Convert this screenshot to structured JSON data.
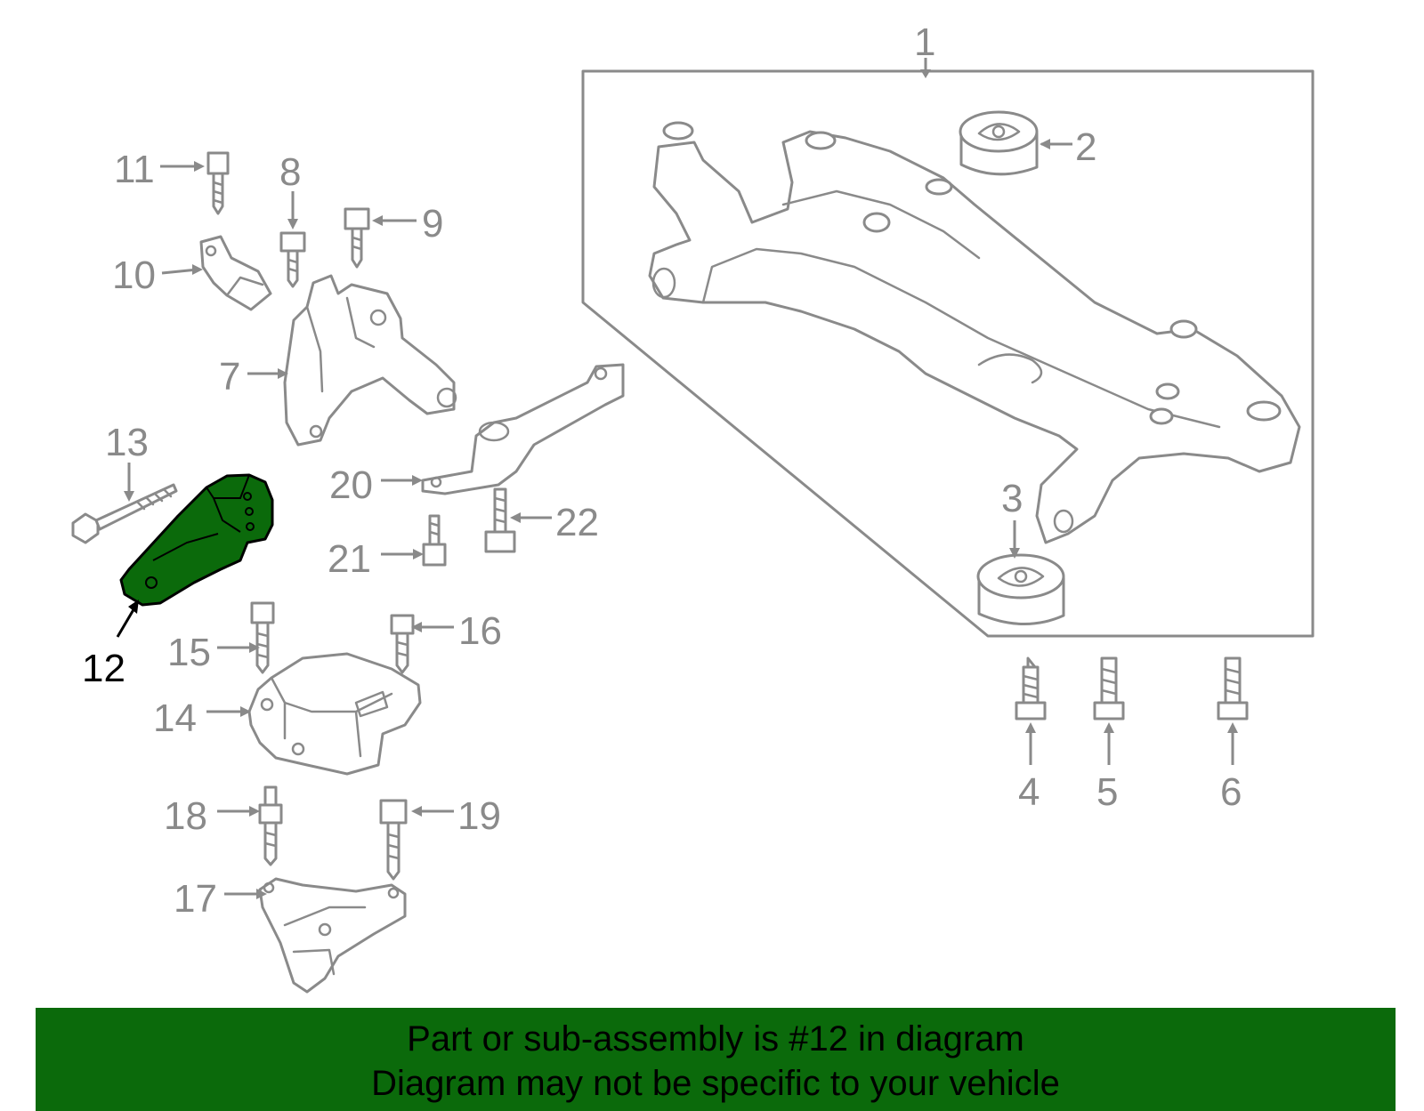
{
  "callouts": {
    "c1": "1",
    "c2": "2",
    "c3": "3",
    "c4": "4",
    "c5": "5",
    "c6": "6",
    "c7": "7",
    "c8": "8",
    "c9": "9",
    "c10": "10",
    "c11": "11",
    "c12": "12",
    "c13": "13",
    "c14": "14",
    "c15": "15",
    "c16": "16",
    "c17": "17",
    "c18": "18",
    "c19": "19",
    "c20": "20",
    "c21": "21",
    "c22": "22"
  },
  "highlighted_part": "12",
  "banner": {
    "line1": "Part or sub-assembly is #12 in diagram",
    "line2": "Diagram may not be specific to your vehicle"
  },
  "colors": {
    "highlight": "#0b6a0b",
    "line_art": "#8a8a8a",
    "banner_bg": "#0b6a0b"
  }
}
